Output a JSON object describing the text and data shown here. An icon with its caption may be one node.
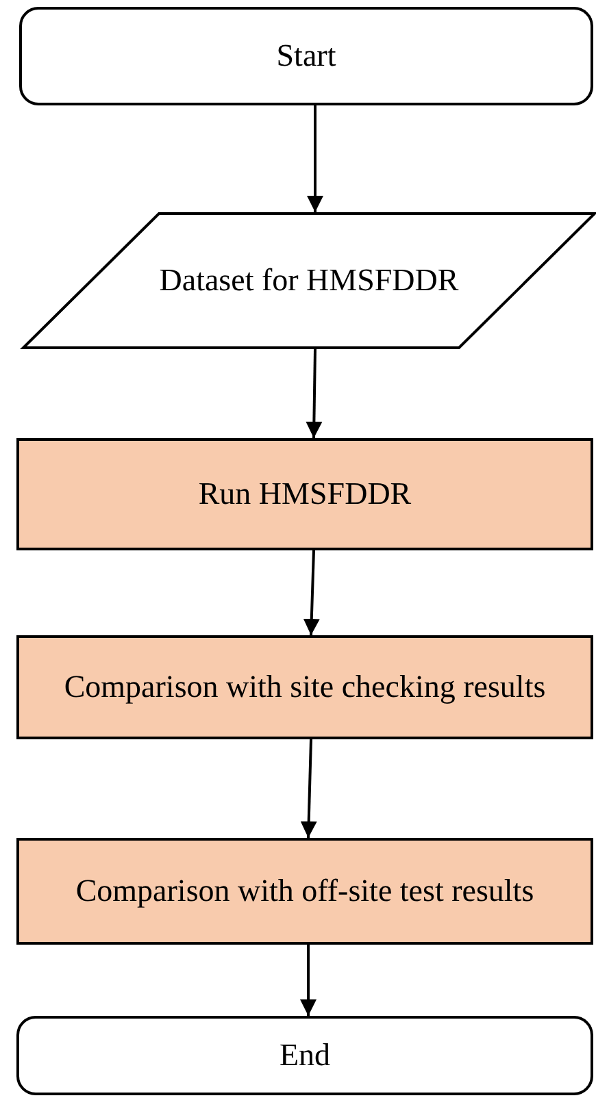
{
  "diagram": {
    "nodes": [
      {
        "text": [
          "Start"
        ]
      },
      {
        "text": [
          "Dataset for HMSFDDR"
        ]
      },
      {
        "text": [
          "Run HMSFDDR"
        ]
      },
      {
        "text": [
          "Comparison with site checking results"
        ]
      },
      {
        "text": [
          "Comparison with off-site test results"
        ]
      },
      {
        "text": [
          "End"
        ]
      }
    ],
    "edges": [
      {
        "from": 0,
        "to": 1,
        "arrow": "to"
      },
      {
        "from": 1,
        "to": 2,
        "arrow": "to"
      },
      {
        "from": 2,
        "to": 3,
        "arrow": "to"
      },
      {
        "from": 3,
        "to": 4,
        "arrow": "to"
      },
      {
        "from": 4,
        "to": 5,
        "arrow": "to"
      }
    ]
  }
}
